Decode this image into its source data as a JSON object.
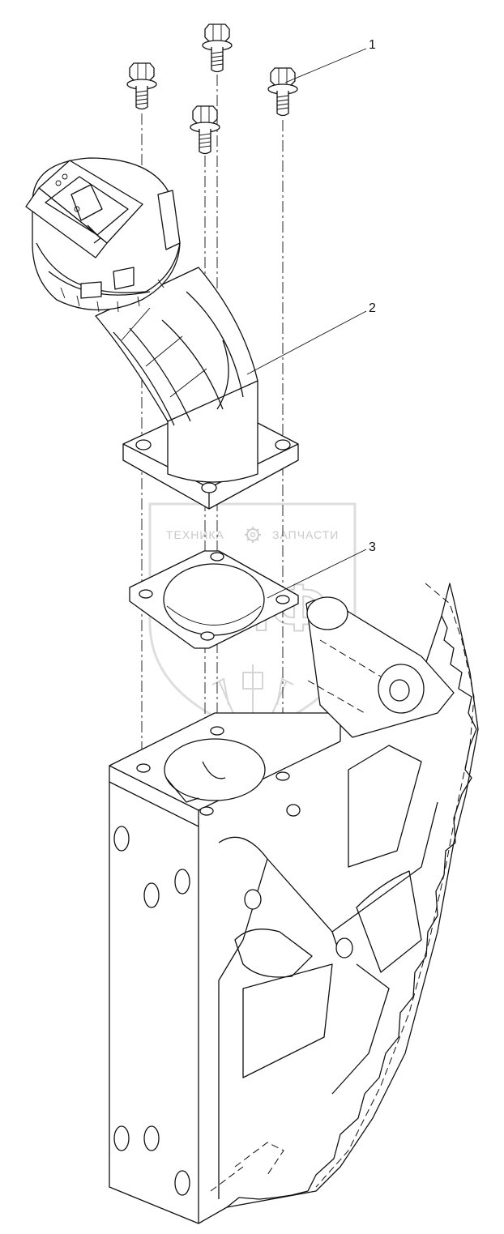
{
  "watermark": {
    "left_text": "ТЕХНИКА",
    "right_text": "ЗАПЧАСТИ",
    "logo_letters": "ЭПФ",
    "gear_icon": "gear-icon"
  },
  "callouts": [
    {
      "id": "bolt",
      "label": "1"
    },
    {
      "id": "elbow-pipe",
      "label": "2"
    },
    {
      "id": "gasket",
      "label": "3"
    }
  ]
}
